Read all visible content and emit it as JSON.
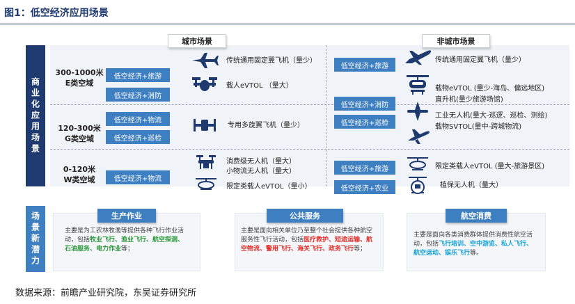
{
  "title": "图1：低空经济应用场景",
  "source": "数据来源：前瞻产业研究院，东吴证券研究所",
  "sidebar_top": "商业化应用场景",
  "sidebar_bottom": "场景新潜力",
  "headers": {
    "urban": "城市场景",
    "non_urban": "非城市场景"
  },
  "altitudes": [
    {
      "line1": "300-1000米",
      "line2": "E类空域"
    },
    {
      "line1": "120-300米",
      "line2": "G类空域"
    },
    {
      "line1": "0-120米",
      "line2": "W类空域"
    }
  ],
  "urban_tags": [
    "低空经济+旅游",
    "低空经济+消防",
    "低空经济+物流",
    "低空经济+巡检",
    "低空经济+物流"
  ],
  "urban_items": [
    {
      "icon": "plane-icon",
      "text": "传统通用固定翼飞机（量少）"
    },
    {
      "icon": "evtol-icon",
      "text": "载人eVTOL （量大）"
    },
    {
      "icon": "multirotor-icon",
      "text": "专用多旋翼飞机（量少）"
    },
    {
      "icon": "drone-icon",
      "text": "消费级无人机（量大）"
    },
    {
      "icon": "drone-icon-2",
      "text": "小物流无人机（量大）"
    },
    {
      "icon": "evtol-small-icon",
      "text": "限定类载人eVTOL（量小）"
    }
  ],
  "non_urban_tags": [
    "低空经济+旅游",
    "低空经济+消防",
    "低空经济+巡检",
    "低空经济+旅游",
    "低空经济+农业"
  ],
  "non_urban_items": [
    {
      "icon": "jet-icon",
      "text": "传统通用固定翼飞机（量少）"
    },
    {
      "icon": "cargo-evtol-icon",
      "text": "载物eVTOL (量少-海岛、偏远地区)"
    },
    {
      "icon": "helicopter-text",
      "text": "直升机(量少旅游场馆)"
    },
    {
      "icon": "uav-icon",
      "text": "工业无人机(量大-巡逻、巡检、测绘)"
    },
    {
      "icon": "svtol-text",
      "text": "载物SVTOL(量中-跨城物流)"
    },
    {
      "icon": "evtol-small-icon",
      "text": "限定类载人eVTOL (量大-旅游景区)"
    },
    {
      "icon": "plant-drone-icon",
      "text": "植保无人机（量大）"
    }
  ],
  "potentials": [
    {
      "title": "生产作业",
      "desc": [
        {
          "t": "主要是为工农林牧渔等提供各种飞行作业活动，包括",
          "c": ""
        },
        {
          "t": "牧业飞行、渔业飞行、航空探测、石油服务、电力作业",
          "c": "g"
        },
        {
          "t": "等；",
          "c": ""
        }
      ]
    },
    {
      "title": "公共服务",
      "desc": [
        {
          "t": "主要是面向相关单位乃至整个社会提供各种航空服务性飞行活动，包括",
          "c": ""
        },
        {
          "t": "医疗救护、短途运输、航空物流、警用飞行、海关飞行、政务飞行",
          "c": "r"
        },
        {
          "t": "等；",
          "c": ""
        }
      ]
    },
    {
      "title": "航空消费",
      "desc": [
        {
          "t": "主要是面向各类消费群体提供消费性航空活动，包括",
          "c": ""
        },
        {
          "t": "飞行培训、空中游览、私人飞行、航空运动、娱乐飞行",
          "c": "c"
        },
        {
          "t": "等。",
          "c": ""
        }
      ]
    }
  ],
  "colors": {
    "navy": "#1f3a6e",
    "blue": "#3e7fc1",
    "green": "#2f9a3c",
    "red": "#e0312c",
    "cyan": "#1aa3d6"
  }
}
